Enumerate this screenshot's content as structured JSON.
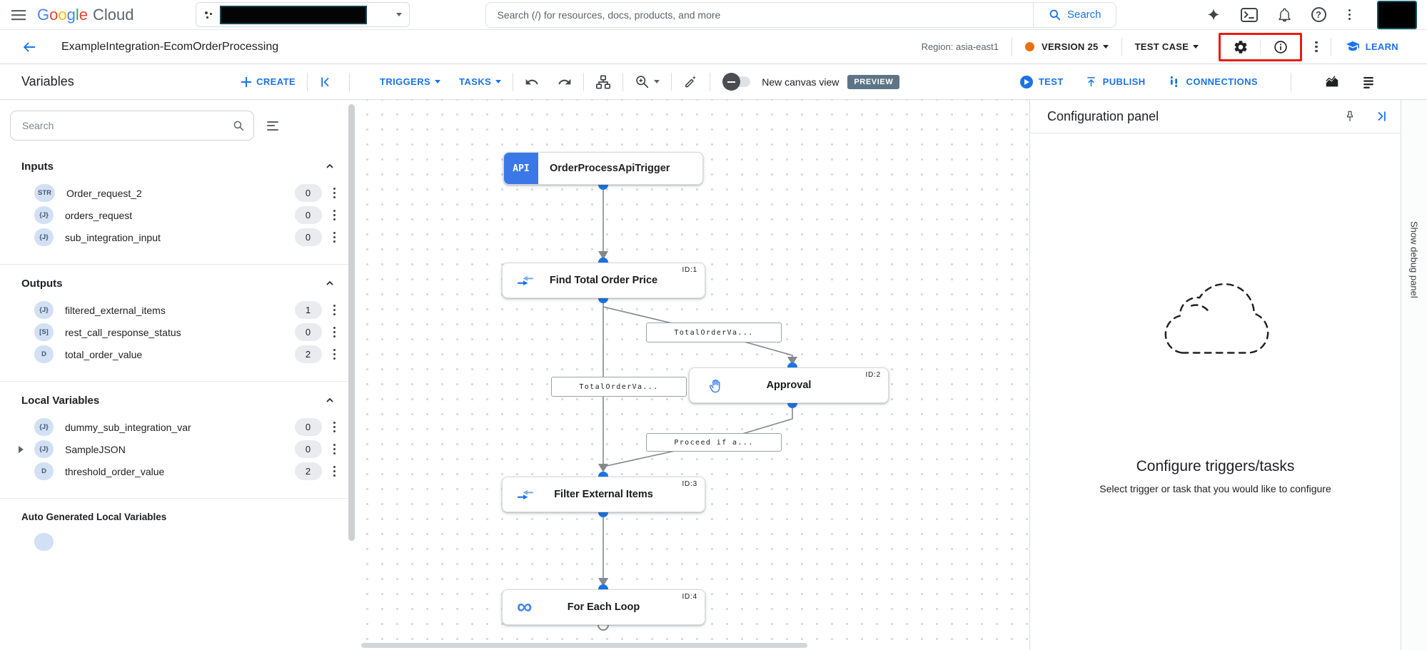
{
  "topbar": {
    "logo_letters": [
      "G",
      "o",
      "o",
      "g",
      "l",
      "e"
    ],
    "logo_suffix": "Cloud",
    "search_placeholder": "Search (/) for resources, docs, products, and more",
    "search_button": "Search"
  },
  "icons": {
    "help_glyph": "?"
  },
  "header": {
    "title": "ExampleIntegration-EcomOrderProcessing",
    "region": "Region: asia-east1",
    "version_label": "VERSION 25",
    "test_case_label": "TEST CASE",
    "learn_label": "LEARN"
  },
  "toolbar": {
    "panel_title": "Variables",
    "create_label": "CREATE",
    "triggers_label": "TRIGGERS",
    "tasks_label": "TASKS",
    "canvas_view_label": "New canvas view",
    "preview_badge": "PREVIEW",
    "test_label": "TEST",
    "publish_label": "PUBLISH",
    "connections_label": "CONNECTIONS"
  },
  "variables_panel": {
    "search_placeholder": "Search",
    "sections": [
      {
        "title": "Inputs",
        "items": [
          {
            "badge": "STR",
            "name": "Order_request_2",
            "count": "0"
          },
          {
            "badge": "{J}",
            "name": "orders_request",
            "count": "0"
          },
          {
            "badge": "{J}",
            "name": "sub_integration_input",
            "count": "0"
          }
        ]
      },
      {
        "title": "Outputs",
        "items": [
          {
            "badge": "{J}",
            "name": "filtered_external_items",
            "count": "1"
          },
          {
            "badge": "[S]",
            "name": "rest_call_response_status",
            "count": "0"
          },
          {
            "badge": "D",
            "name": "total_order_value",
            "count": "2"
          }
        ]
      },
      {
        "title": "Local Variables",
        "items": [
          {
            "badge": "{J}",
            "name": "dummy_sub_integration_var",
            "count": "0"
          },
          {
            "badge": "{J}",
            "name": "SampleJSON",
            "count": "0"
          },
          {
            "badge": "D",
            "name": "threshold_order_value",
            "count": "2"
          }
        ]
      }
    ],
    "auto_generated_title": "Auto Generated Local Variables"
  },
  "canvas": {
    "nodes": {
      "trigger": {
        "label": "OrderProcessApiTrigger",
        "icon_text": "API"
      },
      "find": {
        "label": "Find Total Order Price",
        "id_tag": "ID:1"
      },
      "approval": {
        "label": "Approval",
        "id_tag": "ID:2"
      },
      "filter": {
        "label": "Filter External Items",
        "id_tag": "ID:3"
      },
      "foreach": {
        "label": "For Each Loop",
        "id_tag": "ID:4",
        "icon_glyph": "∞"
      }
    },
    "edge_labels": {
      "to_approval": "TotalOrderVa...",
      "straight_down": "TotalOrderVa...",
      "from_approval": "Proceed if a..."
    }
  },
  "config_panel": {
    "title": "Configuration panel",
    "empty_state_title": "Configure triggers/tasks",
    "empty_state_subtitle": "Select trigger or task that you would like to configure"
  },
  "debug_panel_label": "Show debug panel",
  "colors": {
    "accent_blue": "#1a73e8",
    "node_icon_blue": "#4285f4",
    "version_dot_orange": "#e8710a",
    "preview_badge_bg": "#5d7486",
    "annotation_red": "#ea1b12",
    "api_block_blue": "#3b78e7"
  }
}
